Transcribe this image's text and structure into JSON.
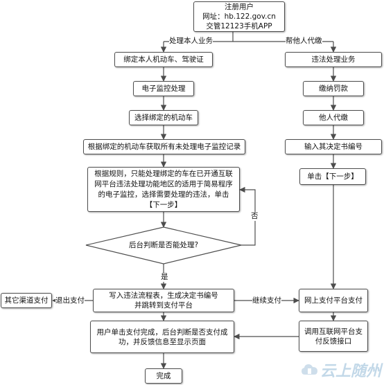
{
  "nodes": {
    "register": "注册用户\n网址：hb.122.gov.cn\n交管12123手机APP",
    "bind": "绑定本人机动车、驾驶证",
    "monitor": "电子监控处理",
    "select_vehicle": "选择绑定的机动车",
    "get_records": "根据绑定的机动车获取所有未处理电子监控记录",
    "rules": "根据规则，只能处理绑定的车在已开通互联\n网平台违法处理功能地区的适用于简易程序\n的电子监控，选择需要处理的违法，单击\n【下一步】",
    "decision": "后台判断是否能处理?",
    "write_process": "写入违法流程表，生成决定书编号\n并跳转到支付平台",
    "other_channel": "其它渠道支付",
    "user_click_pay": "用户单击支付完成，后台判断是否支付成\n功，并反馈信息至显示页面",
    "done": "完成",
    "violation_business": "违法处理业务",
    "pay_fine": "缴纳罚款",
    "pay_for_others": "他人代缴",
    "enter_decision_no": "输入其决定书编号",
    "click_next": "单击【下一步】",
    "online_pay": "网上支付平台支付",
    "call_interface": "调用互联网平台支\n付反馈接口"
  },
  "edge_labels": {
    "self_business": "处理本人业务",
    "help_others": "帮他人代缴",
    "no": "否",
    "yes": "是",
    "exit_pay": "退出支付",
    "continue_pay": "继续支付"
  },
  "watermark": {
    "text": "云上随州",
    "color": "#bcd4e6"
  },
  "colors": {
    "line": "#4d4d4d",
    "border": "#4d4d4d"
  }
}
